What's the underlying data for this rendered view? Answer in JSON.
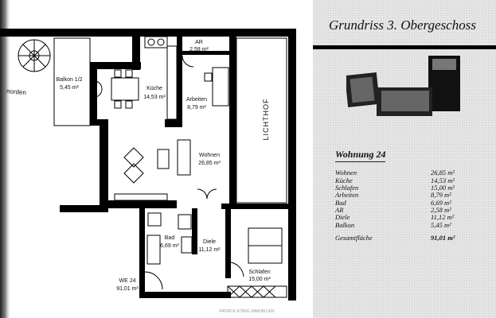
{
  "plan": {
    "rooms": [
      {
        "name": "Balkon 1/2",
        "area": "5,45 m²"
      },
      {
        "name": "Küche",
        "area": "14,53 m²"
      },
      {
        "name": "AR",
        "area": "2,58 m²"
      },
      {
        "name": "Arbeiten",
        "area": "8,79 m²"
      },
      {
        "name": "Wohnen",
        "area": "26,85 m²"
      },
      {
        "name": "Bad",
        "area": "6,69 m²"
      },
      {
        "name": "Diele",
        "area": "11,12 m²"
      },
      {
        "name": "Schlafen",
        "area": "15,00 m²"
      },
      {
        "name": "WE 24",
        "area": "91,01 m²"
      }
    ],
    "lichthof": "LICHTHOF",
    "north_label": "norden",
    "watermark": "PATRICK KÖNIG IMMOBILIEN"
  },
  "panel": {
    "title": "Grundriss 3. Obergeschoss",
    "apartment_title": "Wohnung 24",
    "areas": [
      {
        "label": "Wohnen",
        "value": "26,85 m²"
      },
      {
        "label": "Küche",
        "value": "14,53 m²"
      },
      {
        "label": "Schlafen",
        "value": "15,00 m²"
      },
      {
        "label": "Arbeiten",
        "value": "8,79 m²"
      },
      {
        "label": "Bad",
        "value": "6,69 m²"
      },
      {
        "label": "AR",
        "value": "2,58 m²"
      },
      {
        "label": "Diele",
        "value": "11,12 m²"
      },
      {
        "label": "Balkon",
        "value": "5,45 m²"
      }
    ],
    "total": {
      "label": "Gesamtfläche",
      "value": "91,01 m²"
    }
  }
}
